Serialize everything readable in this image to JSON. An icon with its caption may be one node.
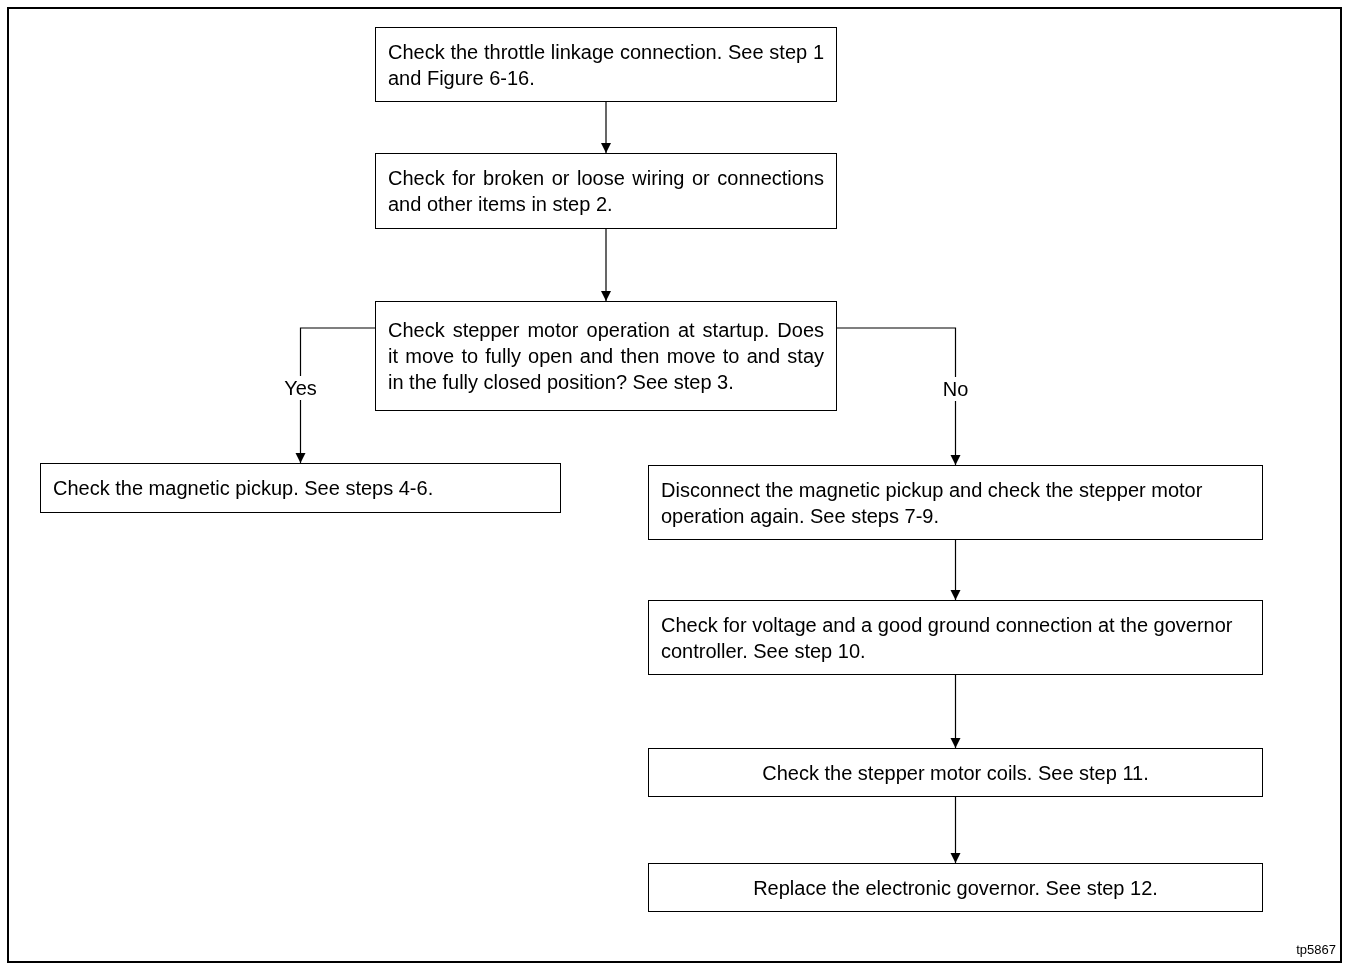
{
  "diagram": {
    "nodes": [
      {
        "text": [
          "Check the throttle linkage connection. See step 1 and Figure 6-16."
        ]
      },
      {
        "text": [
          "Check for broken or loose wiring or connections and other items in step 2."
        ]
      },
      {
        "text": [
          "Check stepper motor operation at startup. Does it move to fully open and then move to and stay in the fully closed position? See step 3."
        ]
      },
      {
        "text": [
          "Check the magnetic pickup. See steps 4-6."
        ]
      },
      {
        "text": [
          "Disconnect the magnetic pickup and check the stepper motor operation again. See steps 7-9."
        ]
      },
      {
        "text": [
          "Check for voltage and a good ground connection at the governor controller.  See step 10."
        ]
      },
      {
        "text": [
          "Check the stepper motor coils. See step 11."
        ]
      },
      {
        "text": [
          "Replace the electronic governor. See step 12."
        ]
      }
    ],
    "edges": [
      {
        "from": 0,
        "to": 1,
        "arrow": "to"
      },
      {
        "from": 1,
        "to": 2,
        "arrow": "to"
      },
      {
        "from": 2,
        "to": 3,
        "arrow": "to",
        "label": "Yes"
      },
      {
        "from": 2,
        "to": 4,
        "arrow": "to",
        "label": "No"
      },
      {
        "from": 4,
        "to": 5,
        "arrow": "to"
      },
      {
        "from": 5,
        "to": 6,
        "arrow": "to"
      },
      {
        "from": 6,
        "to": 7,
        "arrow": "to"
      }
    ],
    "labels": [
      "tp5867"
    ]
  }
}
